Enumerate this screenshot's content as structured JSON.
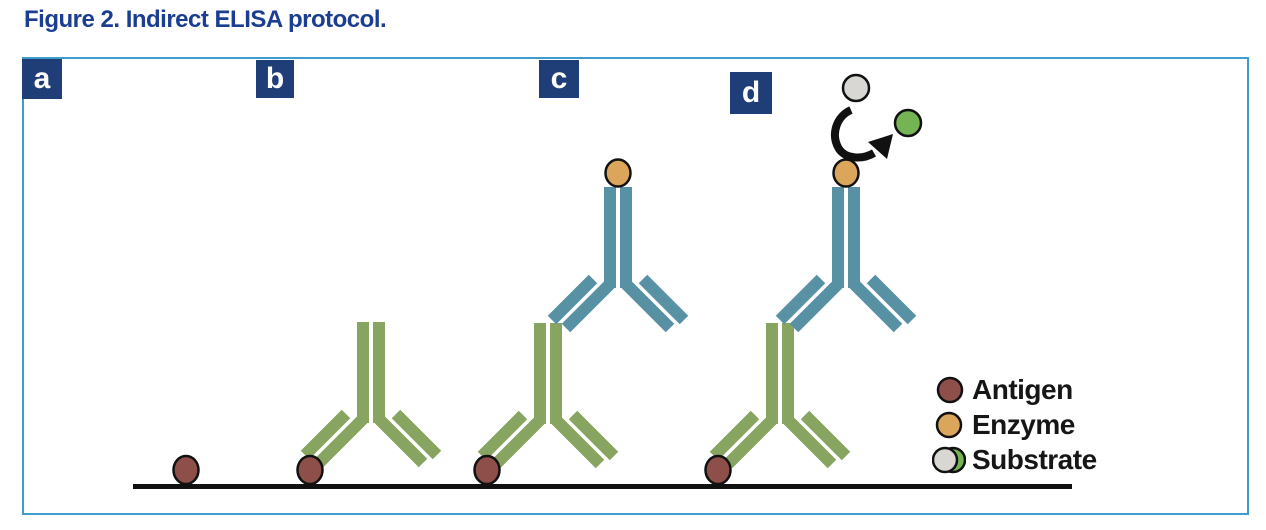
{
  "figure": {
    "title": "Figure 2. Indirect ELISA protocol."
  },
  "panel_labels": {
    "a": "a",
    "b": "b",
    "c": "c",
    "d": "d"
  },
  "legend": {
    "items": [
      {
        "label": "Antigen"
      },
      {
        "label": "Enzyme"
      },
      {
        "label": "Substrate"
      }
    ]
  },
  "colors": {
    "title_text": "#1C3E92",
    "panel_label_bg": "#1F3E78",
    "panel_label_text": "#FFFFFF",
    "box_border": "#3E9CCB",
    "baseline": "#111111",
    "outline": "#111111",
    "antibody_primary": "#87A561",
    "antibody_secondary": "#5890A4",
    "antigen": "#8E4F4B",
    "enzyme": "#DCA55C",
    "substrate": "#D8D7D4",
    "product": "#75B454"
  }
}
